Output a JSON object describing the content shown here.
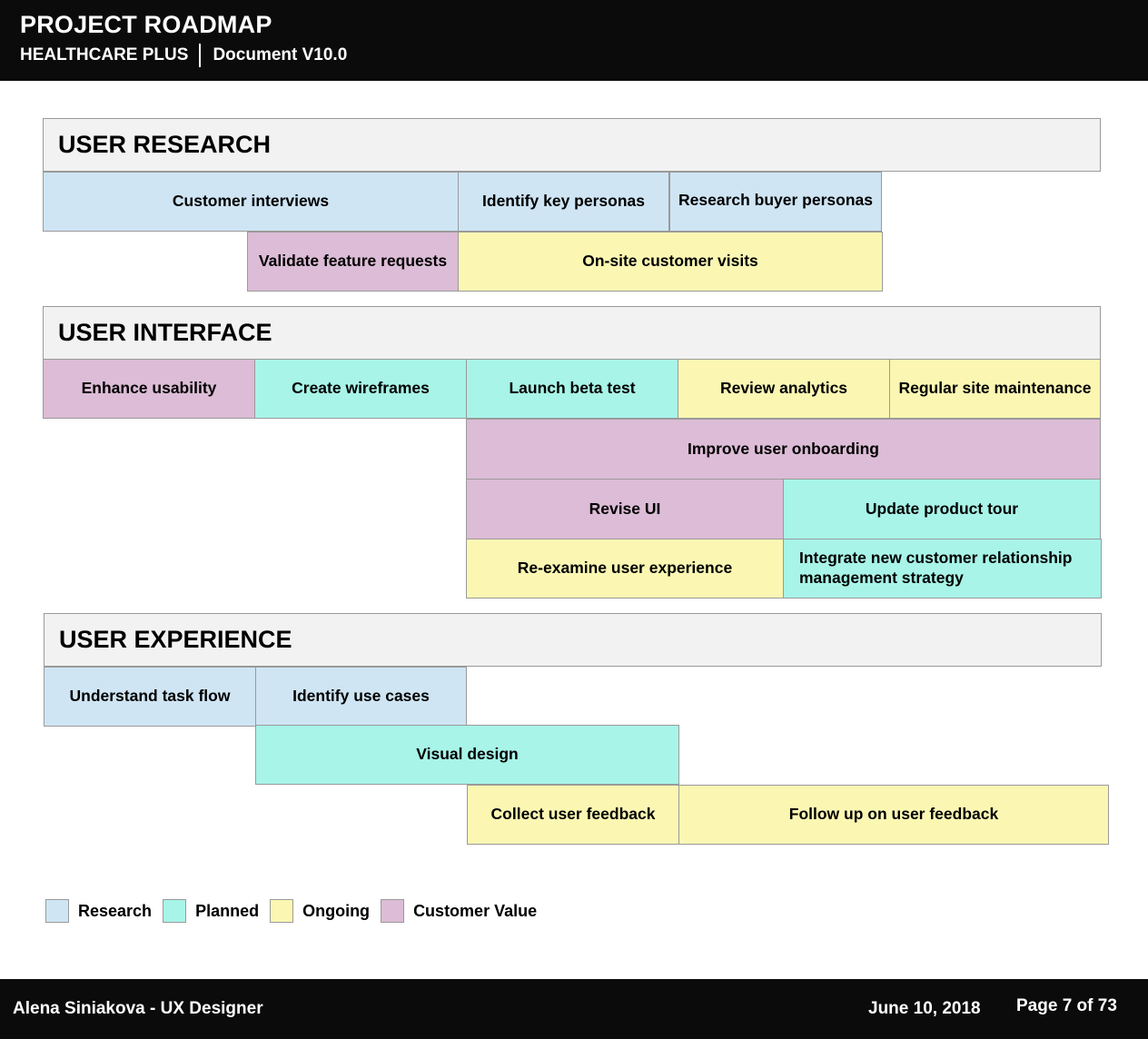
{
  "header": {
    "title": "PROJECT ROADMAP",
    "client": "HEALTHCARE PLUS",
    "document": "Document V10.0"
  },
  "colors": {
    "research": "#cfe5f4",
    "planned": "#a8f4e8",
    "ongoing": "#fbf7b3",
    "customer_value": "#dcbcd6",
    "header_bg": "#0b0b0b",
    "section_bg": "#f2f2f2"
  },
  "sections": [
    {
      "title": "USER RESEARCH",
      "cards": [
        {
          "label": "Customer interviews",
          "category": "research"
        },
        {
          "label": "Identify key personas",
          "category": "research"
        },
        {
          "label": "Research buyer personas",
          "category": "research"
        },
        {
          "label": "Validate feature requests",
          "category": "customer_value"
        },
        {
          "label": "On-site customer visits",
          "category": "ongoing"
        }
      ]
    },
    {
      "title": "USER INTERFACE",
      "cards": [
        {
          "label": "Enhance usability",
          "category": "customer_value"
        },
        {
          "label": "Create wireframes",
          "category": "planned"
        },
        {
          "label": "Launch beta test",
          "category": "planned"
        },
        {
          "label": "Review analytics",
          "category": "ongoing"
        },
        {
          "label": "Regular site maintenance",
          "category": "ongoing"
        },
        {
          "label": "Improve user onboarding",
          "category": "customer_value"
        },
        {
          "label": "Revise UI",
          "category": "customer_value"
        },
        {
          "label": "Update product tour",
          "category": "planned"
        },
        {
          "label": "Re-examine user experience",
          "category": "ongoing"
        },
        {
          "label": "Integrate new customer relationship management strategy",
          "category": "planned"
        }
      ]
    },
    {
      "title": "USER EXPERIENCE",
      "cards": [
        {
          "label": "Understand task flow",
          "category": "research"
        },
        {
          "label": "Identify use cases",
          "category": "research"
        },
        {
          "label": "Visual design",
          "category": "planned"
        },
        {
          "label": "Collect user feedback",
          "category": "ongoing"
        },
        {
          "label": "Follow up on user feedback",
          "category": "ongoing"
        }
      ]
    }
  ],
  "legend": [
    {
      "label": "Research",
      "category": "research"
    },
    {
      "label": "Planned",
      "category": "planned"
    },
    {
      "label": "Ongoing",
      "category": "ongoing"
    },
    {
      "label": "Customer Value",
      "category": "customer_value"
    }
  ],
  "footer": {
    "author": "Alena Siniakova - UX Designer",
    "date": "June 10, 2018",
    "page": "Page 7 of 73"
  }
}
